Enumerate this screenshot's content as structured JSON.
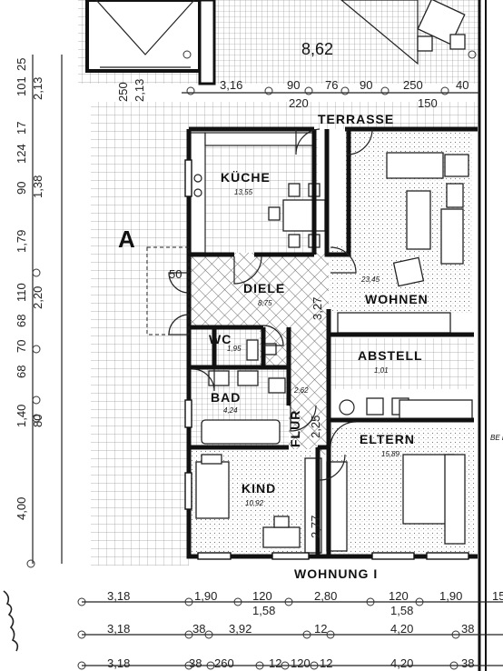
{
  "rooms": {
    "kueche": {
      "name": "KÜCHE",
      "area": "13,55"
    },
    "diele": {
      "name": "DIELE",
      "area": "8,75"
    },
    "wohnen": {
      "name": "WOHNEN",
      "area": "23,45"
    },
    "wc": {
      "name": "WC",
      "area": "1,95"
    },
    "abstell": {
      "name": "ABSTELL",
      "area": "1,01"
    },
    "bad": {
      "name": "BAD",
      "area": "4,24"
    },
    "flur": {
      "name": "FLUR",
      "area": "2,62"
    },
    "eltern": {
      "name": "ELTERN",
      "area": "15,89"
    },
    "kind": {
      "name": "KIND",
      "area": "10,92"
    },
    "terrasse": {
      "name": "TERRASSE"
    }
  },
  "labels": {
    "wohnung": "WOHNUNG I",
    "section_marker": "A",
    "top_area": "8,62",
    "side_label": "BE\nLT",
    "diele_door": "50"
  },
  "dimensions": {
    "top_row": [
      "250",
      "2,13",
      "3,16",
      "90",
      "76",
      "90",
      "250",
      "40",
      "220",
      "150"
    ],
    "left_column": [
      "101",
      "25",
      "2,13",
      "17",
      "124",
      "90",
      "1,38",
      "1,79",
      "110",
      "2,20",
      "68",
      "70",
      "68",
      "1,40",
      "80",
      "4,00"
    ],
    "interior": [
      "3,27",
      "2,25",
      "2,77"
    ],
    "bottom_row1": [
      "3,18",
      "1,90",
      "120",
      "2,80",
      "120",
      "1,90",
      "15"
    ],
    "bottom_row1_sub": [
      "1,58",
      "1,58"
    ],
    "bottom_row2": [
      "3,18",
      "38",
      "3,92",
      "12",
      "4,20",
      "38"
    ],
    "bottom_row3": [
      "3,18",
      "38",
      "260",
      "12",
      "120",
      "12",
      "4,20",
      "38"
    ]
  }
}
